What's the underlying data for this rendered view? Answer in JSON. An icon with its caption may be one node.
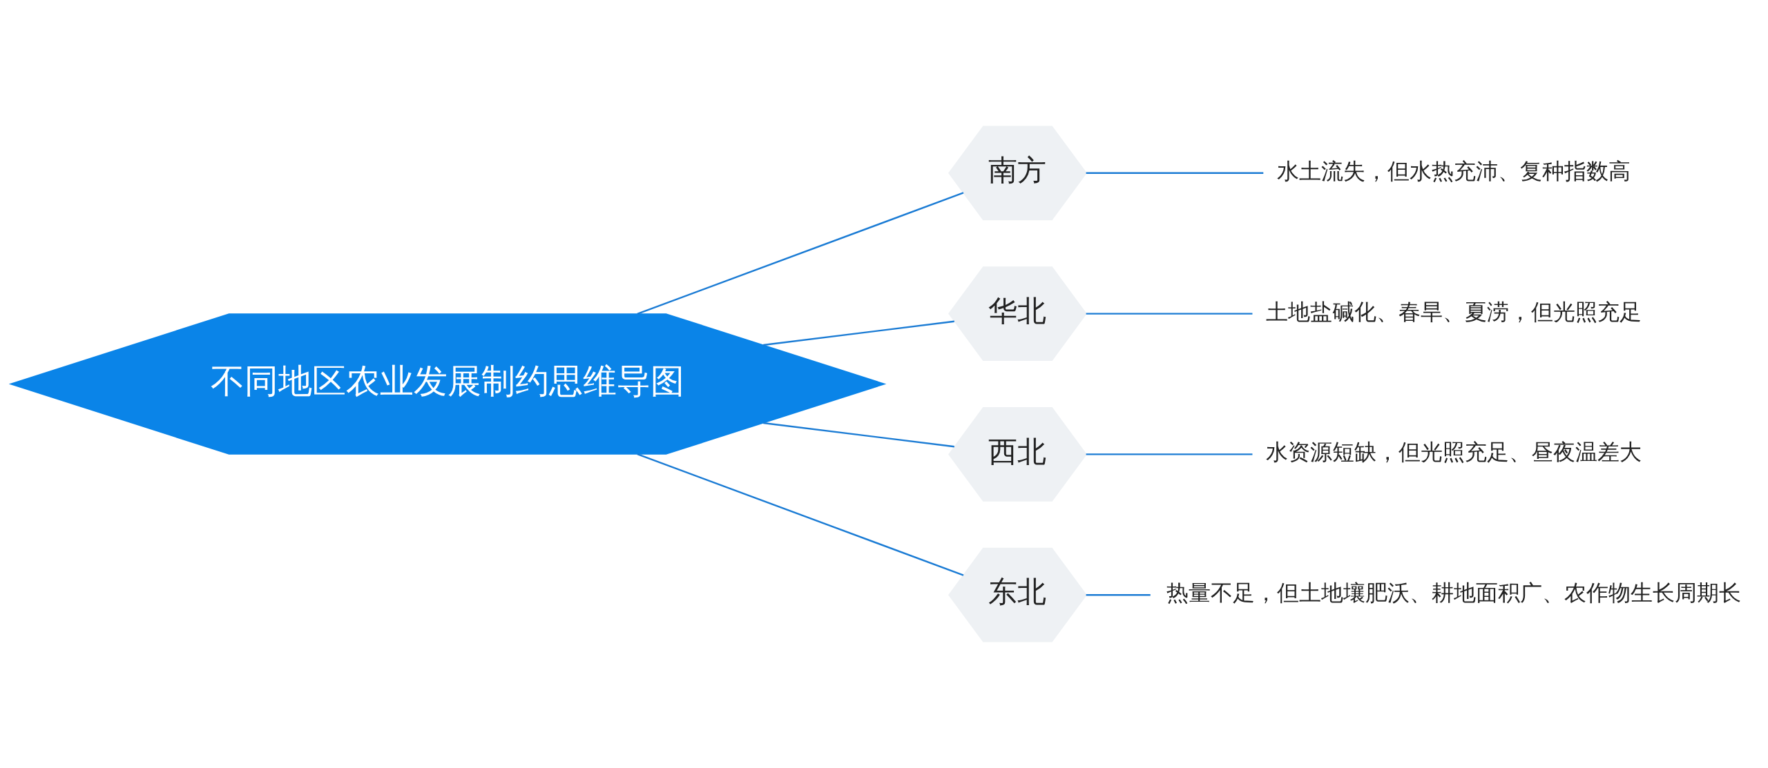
{
  "diagram": {
    "nodes": [
      {
        "text": [
          "不同地区农业发展制约思维导图"
        ]
      },
      {
        "text": [
          "南方"
        ]
      },
      {
        "text": [
          "华北"
        ]
      },
      {
        "text": [
          "西北"
        ]
      },
      {
        "text": [
          "东北"
        ]
      },
      {
        "text": [
          "水土流失，但水热充沛、复种指数高"
        ]
      },
      {
        "text": [
          "土地盐碱化、春旱、夏涝，但光照充足"
        ]
      },
      {
        "text": [
          "水资源短缺，但光照充足、昼夜温差大"
        ]
      },
      {
        "text": [
          "热量不足，但土地壤肥沃、耕地面积广、农作物生长周期长"
        ]
      }
    ],
    "edges": [
      {
        "from": 0,
        "to": 1,
        "arrow": "none"
      },
      {
        "from": 0,
        "to": 2,
        "arrow": "none"
      },
      {
        "from": 0,
        "to": 3,
        "arrow": "none"
      },
      {
        "from": 0,
        "to": 4,
        "arrow": "none"
      },
      {
        "from": 1,
        "to": 5,
        "arrow": "none"
      },
      {
        "from": 2,
        "to": 6,
        "arrow": "none"
      },
      {
        "from": 3,
        "to": 7,
        "arrow": "none"
      },
      {
        "from": 4,
        "to": 8,
        "arrow": "none"
      }
    ]
  }
}
